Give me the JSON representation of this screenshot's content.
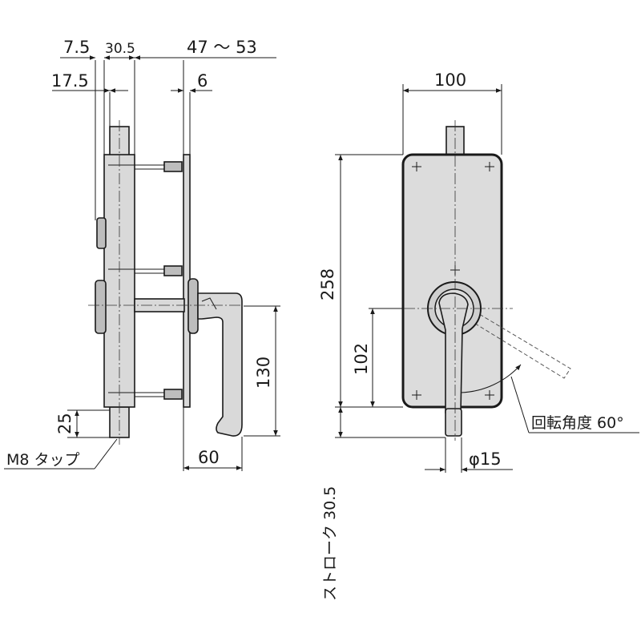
{
  "side_view": {
    "dim_top_left": "7.5",
    "dim_top_mid": "30.5",
    "dim_top_right": "47 ～ 53",
    "dim_second_left": "17.5",
    "dim_second_right": "6",
    "dim_bottom_left": "25",
    "dim_handle_height": "130",
    "dim_handle_depth": "60",
    "tap_label": "M8 タップ"
  },
  "front_view": {
    "dim_width": "100",
    "dim_height": "258",
    "dim_handle_center": "102",
    "rotation_label": "回転角度 60°",
    "diameter_label": "φ15",
    "stroke_label": "ストローク 30.5"
  }
}
